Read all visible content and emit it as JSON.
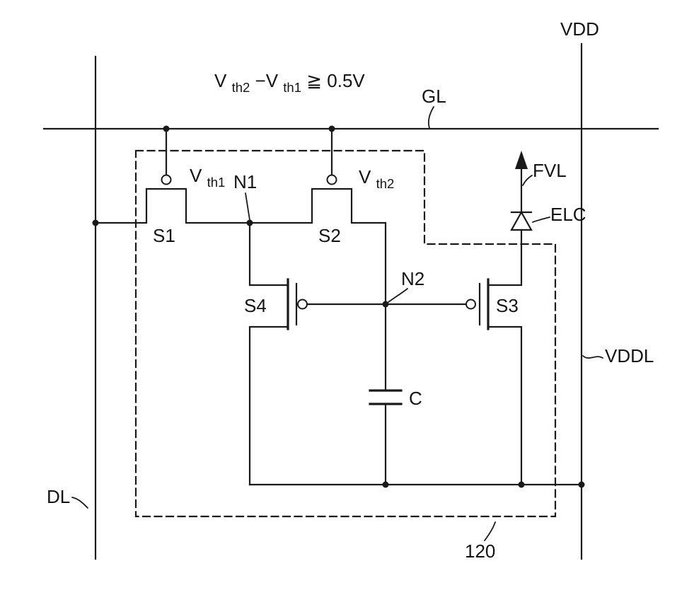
{
  "figure": {
    "type": "circuit-schematic",
    "condition": {
      "p1": "V",
      "s1": "th2",
      "p2": "−V",
      "s2": "th1",
      "p3": " ≧ 0.5V"
    },
    "nets": {
      "vdd": "VDD",
      "gl": "GL",
      "dl": "DL",
      "vddl": "VDDL",
      "fvl": "FVL"
    },
    "components": {
      "s1": "S1",
      "s2": "S2",
      "s3": "S3",
      "s4": "S4",
      "capacitor": "C",
      "elc": "ELC",
      "vth1": {
        "main": "V",
        "sub": "th1"
      },
      "vth2": {
        "main": "V",
        "sub": "th2"
      }
    },
    "nodes": {
      "n1": "N1",
      "n2": "N2"
    },
    "block_ref": "120",
    "colors": {
      "ink": "#1a1a1a",
      "background": "#ffffff"
    }
  }
}
